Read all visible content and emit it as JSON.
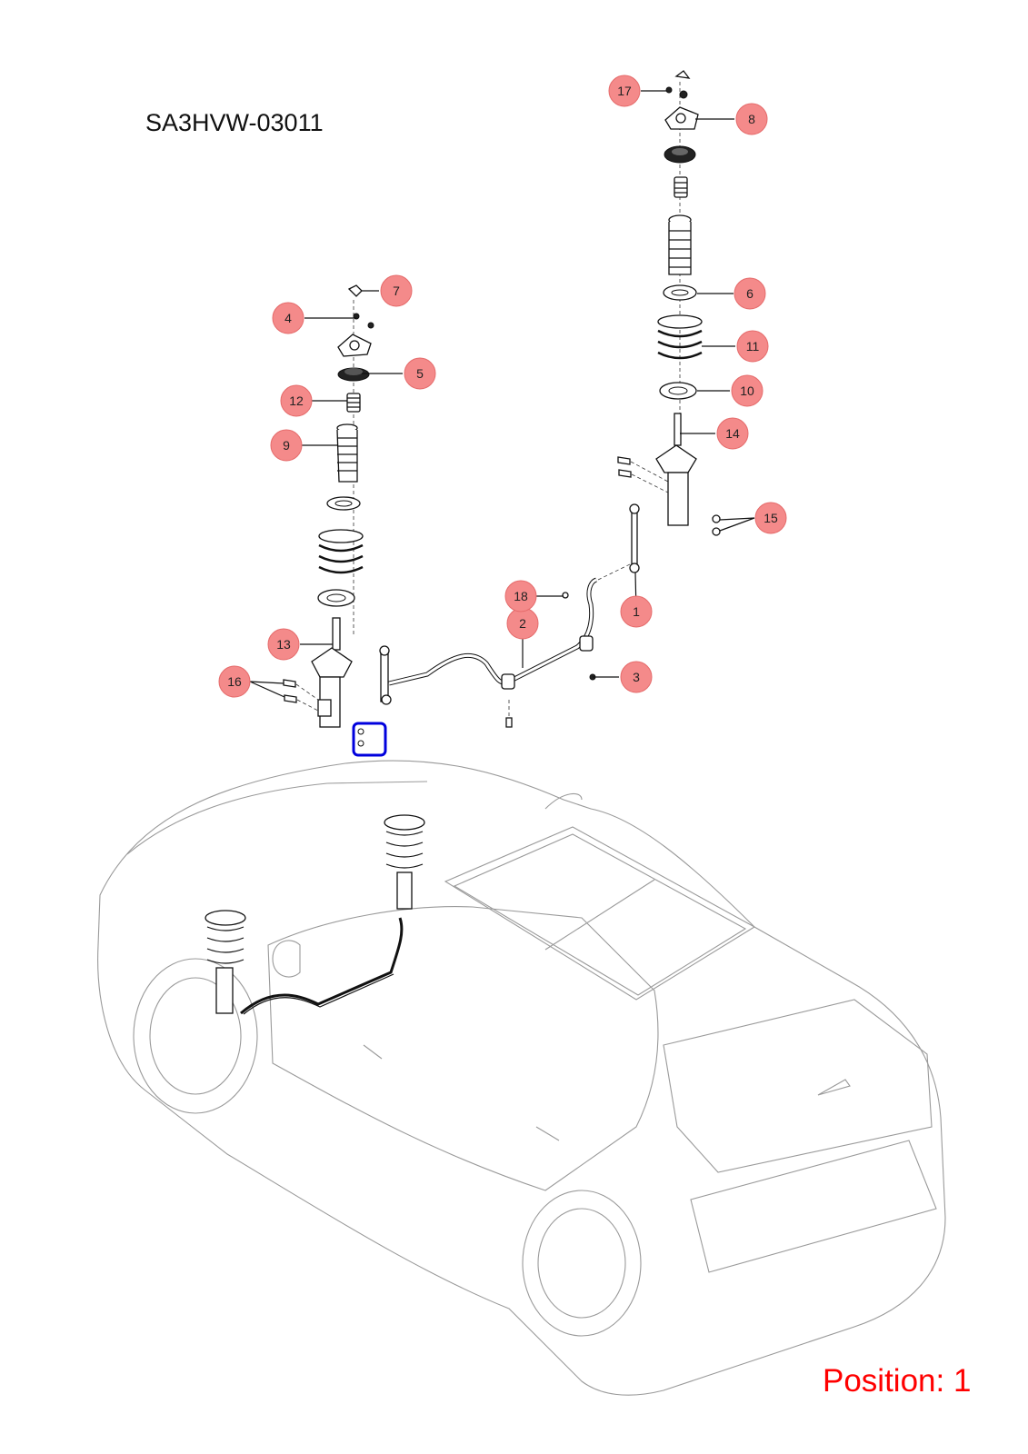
{
  "diagram_code": "SA3HVW-03011",
  "position_label": "Position: 1",
  "colors": {
    "callout_fill": "#f48a8a",
    "position_text": "#ff0000",
    "highlight_box": "#0000dd"
  },
  "callouts": [
    "1",
    "2",
    "3",
    "4",
    "5",
    "6",
    "7",
    "8",
    "9",
    "10",
    "11",
    "12",
    "13",
    "14",
    "15",
    "16",
    "17",
    "18"
  ]
}
